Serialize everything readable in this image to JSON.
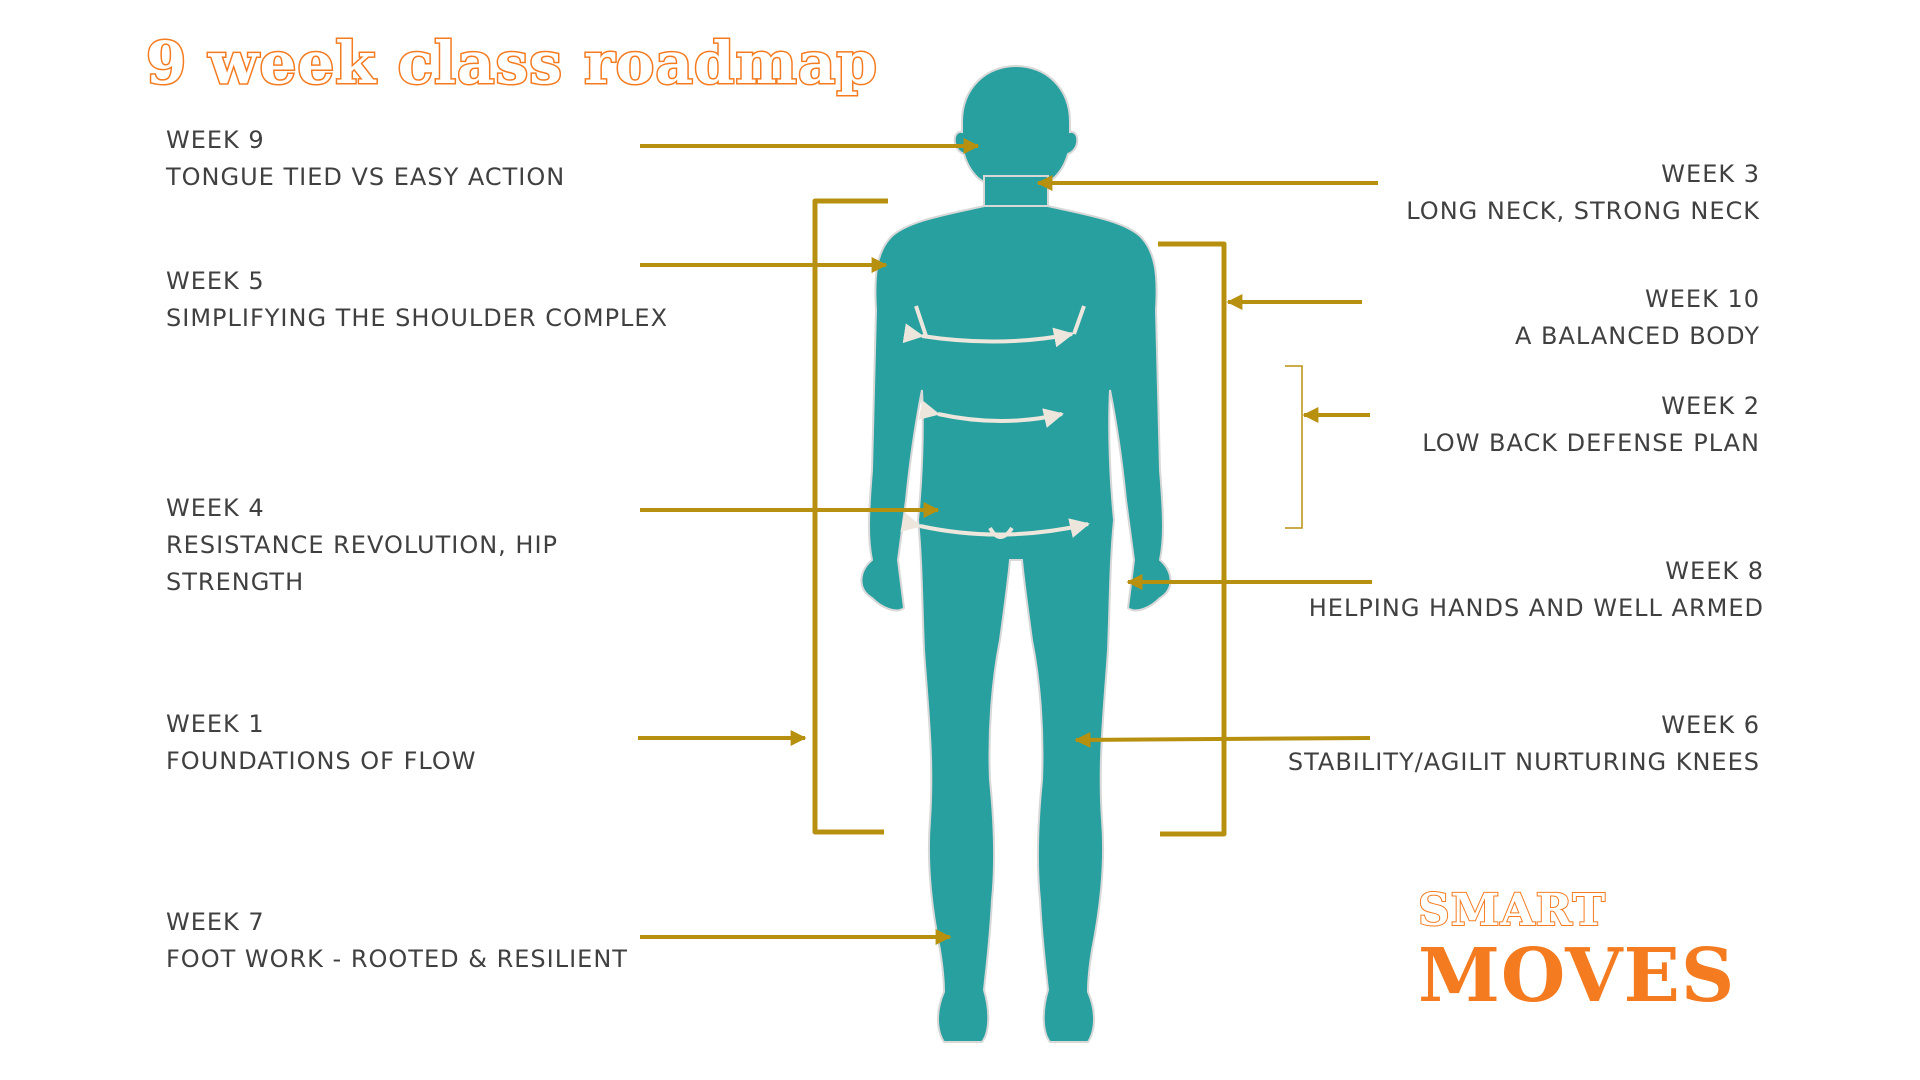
{
  "title": "9 week class roadmap",
  "labels": {
    "week9": {
      "week": "WEEK 9",
      "lines": [
        "TONGUE TIED VS EASY ACTION"
      ]
    },
    "week5": {
      "week": "WEEK 5",
      "lines": [
        "SIMPLIFYING THE SHOULDER COMPLEX"
      ]
    },
    "week4": {
      "week": "WEEK 4",
      "lines": [
        "RESISTANCE REVOLUTION, HIP",
        "STRENGTH"
      ]
    },
    "week1": {
      "week": "WEEK 1",
      "lines": [
        "FOUNDATIONS  OF FLOW"
      ]
    },
    "week7": {
      "week": "WEEK 7",
      "lines": [
        "FOOT WORK - ROOTED & RESILIENT"
      ]
    },
    "week3": {
      "week": "WEEK 3",
      "lines": [
        "LONG NECK, STRONG NECK"
      ]
    },
    "week10": {
      "week": "WEEK 10",
      "lines": [
        "A BALANCED BODY"
      ]
    },
    "week2": {
      "week": "WEEK 2",
      "lines": [
        "LOW BACK DEFENSE PLAN"
      ]
    },
    "week8": {
      "week": "WEEK 8",
      "lines": [
        "HELPING HANDS AND WELL ARMED"
      ]
    },
    "week6": {
      "week": "WEEK 6",
      "lines": [
        "STABILITY/AGILIT NURTURING KNEES"
      ]
    }
  },
  "brand": {
    "top": "SMART",
    "bottom": "MOVES"
  },
  "colors": {
    "figure": "#28a09f",
    "figure_outline": "#d8d8d8",
    "arrow": "#b8900f",
    "measure_line": "#ece6dc",
    "text": "#404040",
    "accent_orange": "#f47b20",
    "background": "#ffffff"
  }
}
